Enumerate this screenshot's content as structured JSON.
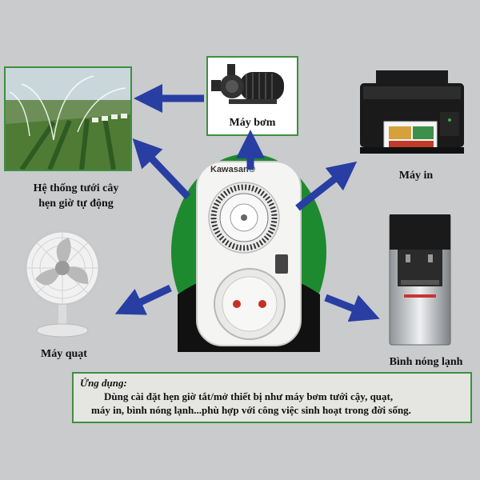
{
  "brand": "Kawasan®",
  "devices": {
    "pump": "Máy bơm",
    "printer": "Máy in",
    "irrigation_line1": "Hệ thống tưới cây",
    "irrigation_line2": "hẹn giờ tự động",
    "fan": "Máy quạt",
    "water_dispenser": "Bình nóng lạnh"
  },
  "usage": {
    "title": "Ứng dụng:",
    "line1": "Dùng cài đặt hẹn giờ tắt/mở thiết bị như máy bơm tưới cậy, quạt,",
    "line2": "máy in, bình nóng lạnh...phù hợp với công việc sinh hoạt trong đời sống."
  },
  "colors": {
    "arrow": "#283ea3",
    "ellipse": "#1d8a2f",
    "frame": "#3f8f3f",
    "background": "#c9cbcd"
  }
}
